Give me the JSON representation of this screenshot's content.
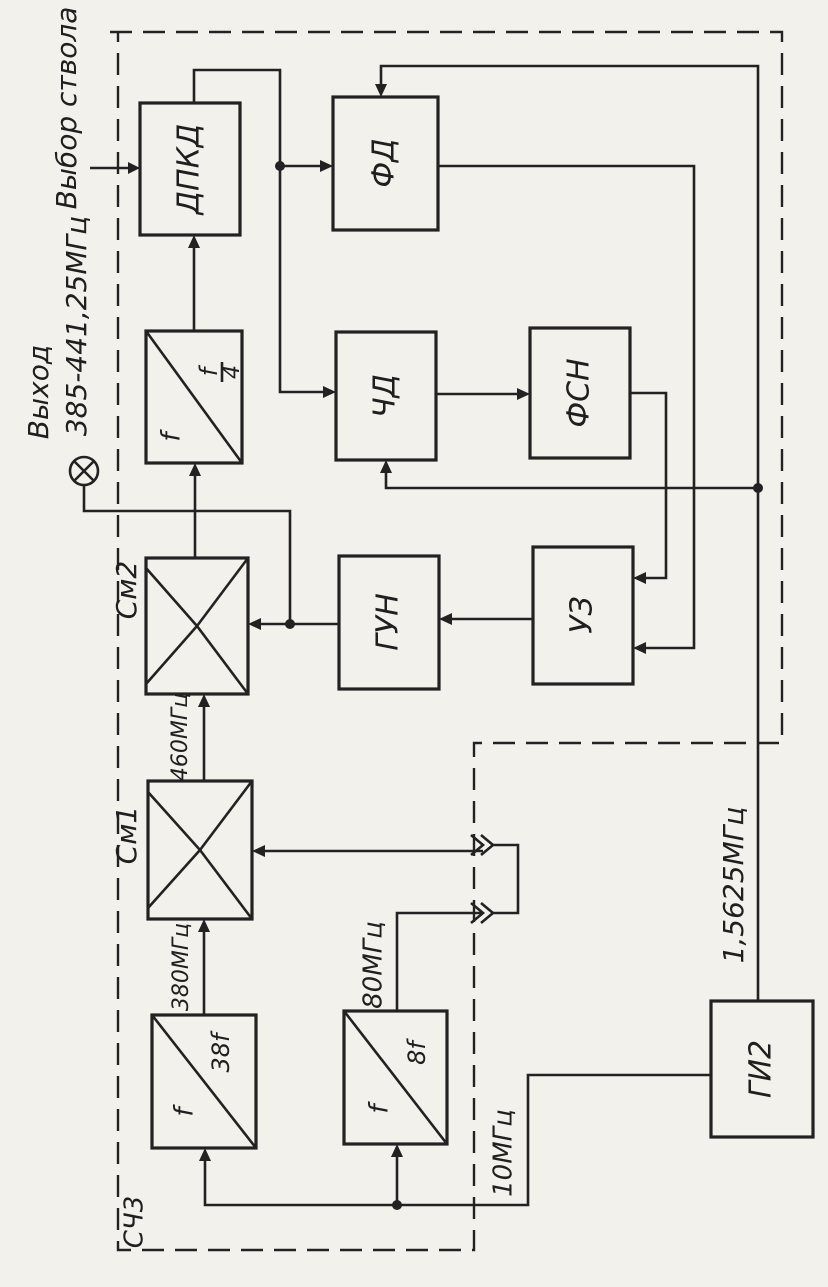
{
  "diagram": {
    "blocks": {
      "dpkd": "ДПКД",
      "fd": "ФД",
      "div_num": "f",
      "div_den_top": "f",
      "div_den_bottom": "4",
      "chd": "ЧД",
      "fsn": "ФСН",
      "sm2": "См2",
      "gun": "ГУН",
      "uz": "УЗ",
      "sm1": "См1",
      "mult38_in": "f",
      "mult38_out": "38f",
      "mult8_in": "f",
      "mult8_out": "8f",
      "gi2": "ГИ2"
    },
    "labels": {
      "channel_select": "Выбор ствола",
      "output_word": "Выход",
      "output_range": "385-441,25МГц",
      "f460": "460МГц",
      "f380": "380МГц",
      "f80": "80МГц",
      "f10": "10МГц",
      "f15625": "1,5625МГц",
      "sch3": "СЧ3"
    }
  }
}
